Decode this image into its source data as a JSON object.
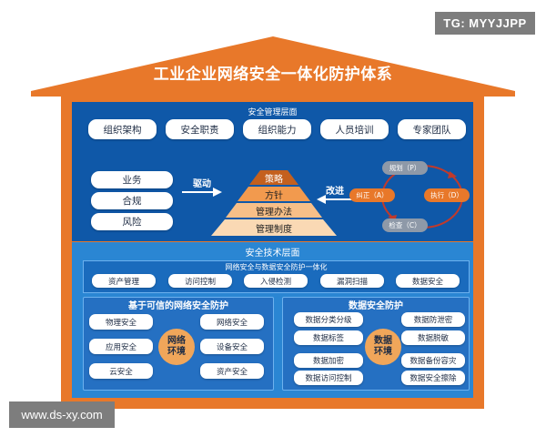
{
  "watermarks": {
    "top": "TG: MYYJJPP",
    "bottom": "www.ds-xy.com"
  },
  "title": "工业企业网络安全一体化防护体系",
  "management": {
    "title": "安全管理层面",
    "items": [
      "组织架构",
      "安全职责",
      "组织能力",
      "人员培训",
      "专家团队"
    ],
    "drivers": [
      "业务",
      "合规",
      "风险"
    ],
    "drive_label": "驱动",
    "improve_label": "改进",
    "pyramid": [
      "策略",
      "方针",
      "管理办法",
      "管理制度"
    ],
    "cycle": {
      "top": "规划（P）",
      "left": "纠正（A）",
      "right": "执行（D）",
      "bottom": "检查（C）"
    }
  },
  "technology": {
    "title": "安全技术层面",
    "integration_title": "网络安全与数据安全防护一体化",
    "items": [
      "资产管理",
      "访问控制",
      "入侵检测",
      "漏洞扫描",
      "数据安全"
    ],
    "network": {
      "title": "基于可信的网络安全防护",
      "center": "网络环境",
      "left": [
        "物理安全",
        "应用安全",
        "云安全"
      ],
      "right": [
        "网络安全",
        "设备安全",
        "资产安全"
      ]
    },
    "data": {
      "title": "数据安全防护",
      "center": "数据环境",
      "left": [
        "数据分类分级",
        "数据标签",
        "数据加密",
        "数据访问控制"
      ],
      "right": [
        "数据防泄密",
        "数据脱敏",
        "数据备份容灾",
        "数据安全擦除"
      ]
    }
  },
  "colors": {
    "roof": "#e8782a",
    "management": "#0f58a8",
    "technology": "#2a86d3",
    "accent": "#f0a65a"
  }
}
